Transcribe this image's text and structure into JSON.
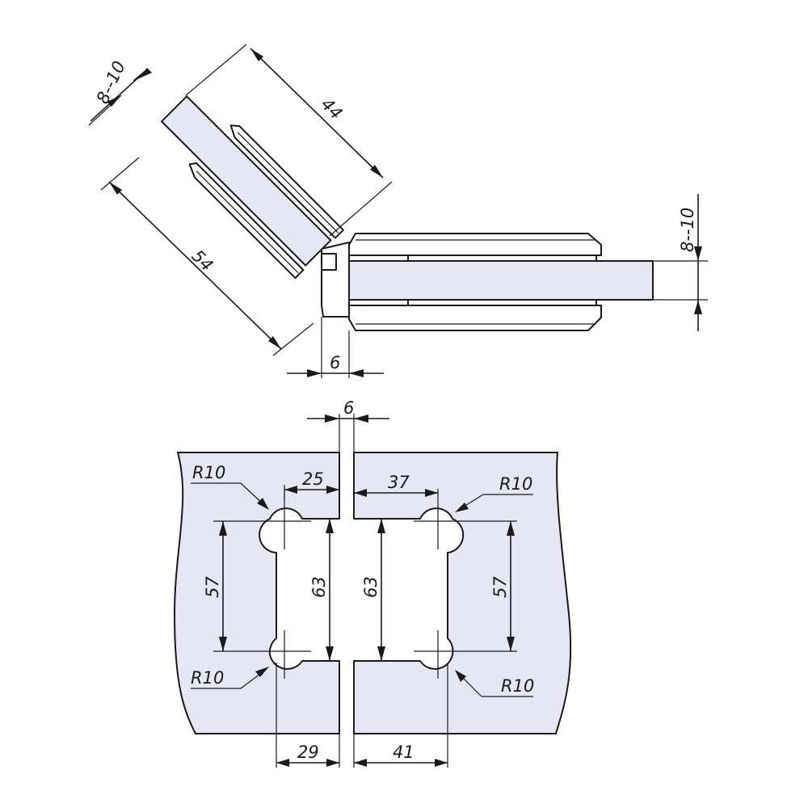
{
  "colors": {
    "glass_fill": "#e6e6f4",
    "ink": "#1a1a1a",
    "background": "#ffffff"
  },
  "top_view": {
    "glass_thickness_left": "8--10",
    "glass_thickness_right": "8--10",
    "clamp_length": "44",
    "leaf_length": "54",
    "gap": "6"
  },
  "cutout_view": {
    "gap": "6",
    "radius_top_left": "R10",
    "radius_top_right": "R10",
    "radius_bottom_left": "R10",
    "radius_bottom_right": "R10",
    "top_left_width": "25",
    "top_right_width": "37",
    "bottom_left_width": "29",
    "bottom_right_width": "41",
    "left_hole_spacing": "57",
    "left_cutout_height": "63",
    "right_cutout_height": "63",
    "right_hole_spacing": "57"
  }
}
